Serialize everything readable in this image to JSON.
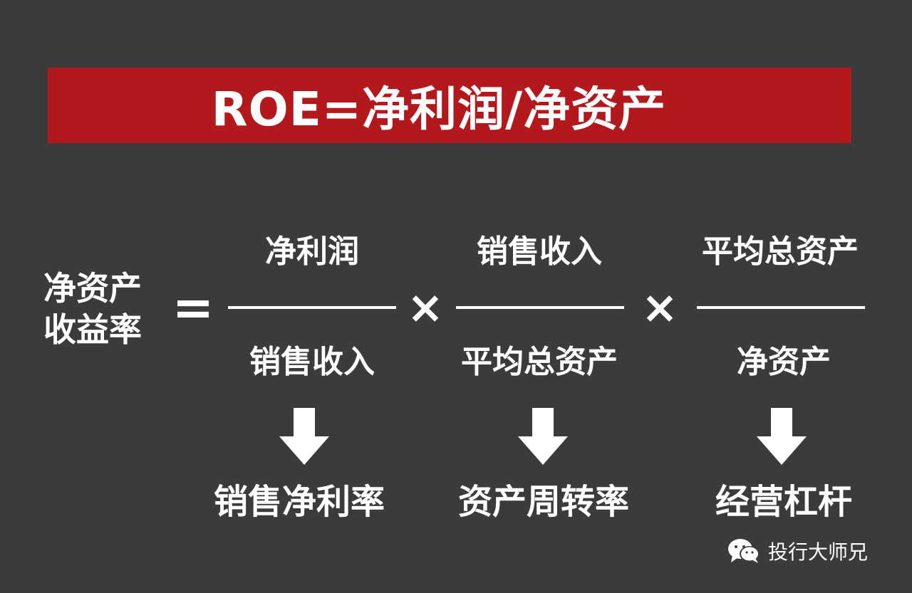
{
  "title": "ROE=净利润/净资产",
  "lhs": {
    "line1": "净资产",
    "line2": "收益率"
  },
  "equals_sign": "=",
  "times_sign": "×",
  "factors": [
    {
      "numerator": "净利润",
      "denominator": "销售收入",
      "result": "销售净利率"
    },
    {
      "numerator": "销售收入",
      "denominator": "平均总资产",
      "result": "资产周转率"
    },
    {
      "numerator": "平均总资产",
      "denominator": "净资产",
      "result": "经营杠杆"
    }
  ],
  "watermark": {
    "icon": "wechat-icon",
    "text": "投行大师兄"
  },
  "colors": {
    "background": "#3b3b3d",
    "title_bar": "#b3191c",
    "text": "#ffffff"
  }
}
